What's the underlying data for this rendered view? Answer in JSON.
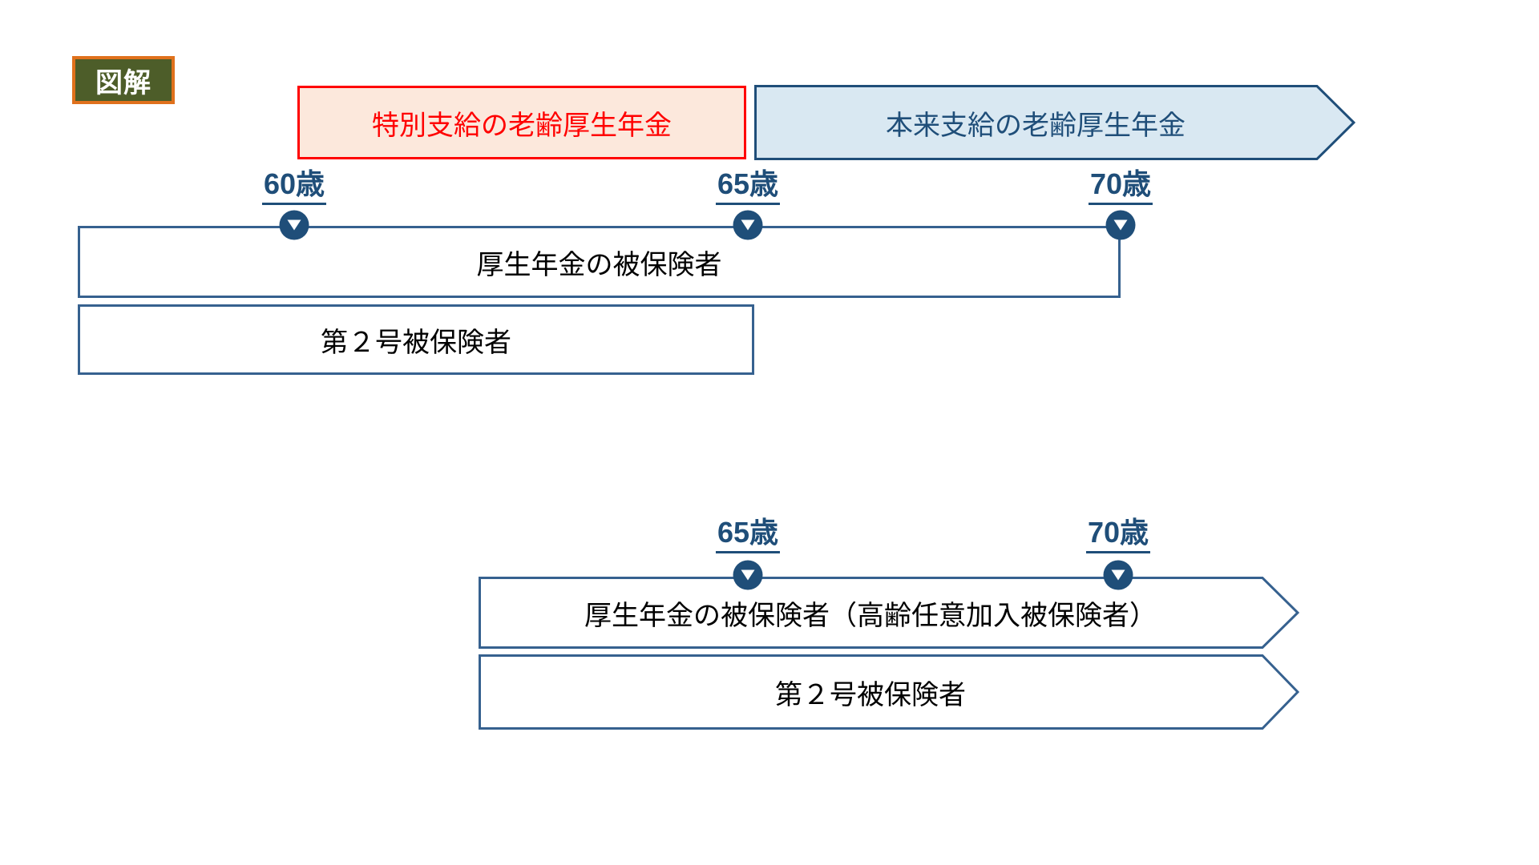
{
  "badge": {
    "label": "図解"
  },
  "header": {
    "special_pension_label": "特別支給の老齢厚生年金",
    "regular_pension_label": "本来支給の老齢厚生年金"
  },
  "timeline_upper": {
    "ages": [
      {
        "label": "60歳"
      },
      {
        "label": "65歳"
      },
      {
        "label": "70歳"
      }
    ],
    "boxes": [
      {
        "label": "厚生年金の被保険者"
      },
      {
        "label": "第２号被保険者"
      }
    ]
  },
  "timeline_lower": {
    "ages": [
      {
        "label": "65歳"
      },
      {
        "label": "70歳"
      }
    ],
    "boxes": [
      {
        "label": "厚生年金の被保険者（高齢任意加入被保険者）"
      },
      {
        "label": "第２号被保険者"
      }
    ]
  },
  "colors": {
    "navy": "#1F4E79",
    "steel_border": "#36618F",
    "red": "#FF0000",
    "red_fill": "#FCE8DC",
    "blue_fill": "#D9E8F2",
    "badge_border": "#E0711C",
    "badge_fill": "#4D5D29"
  }
}
